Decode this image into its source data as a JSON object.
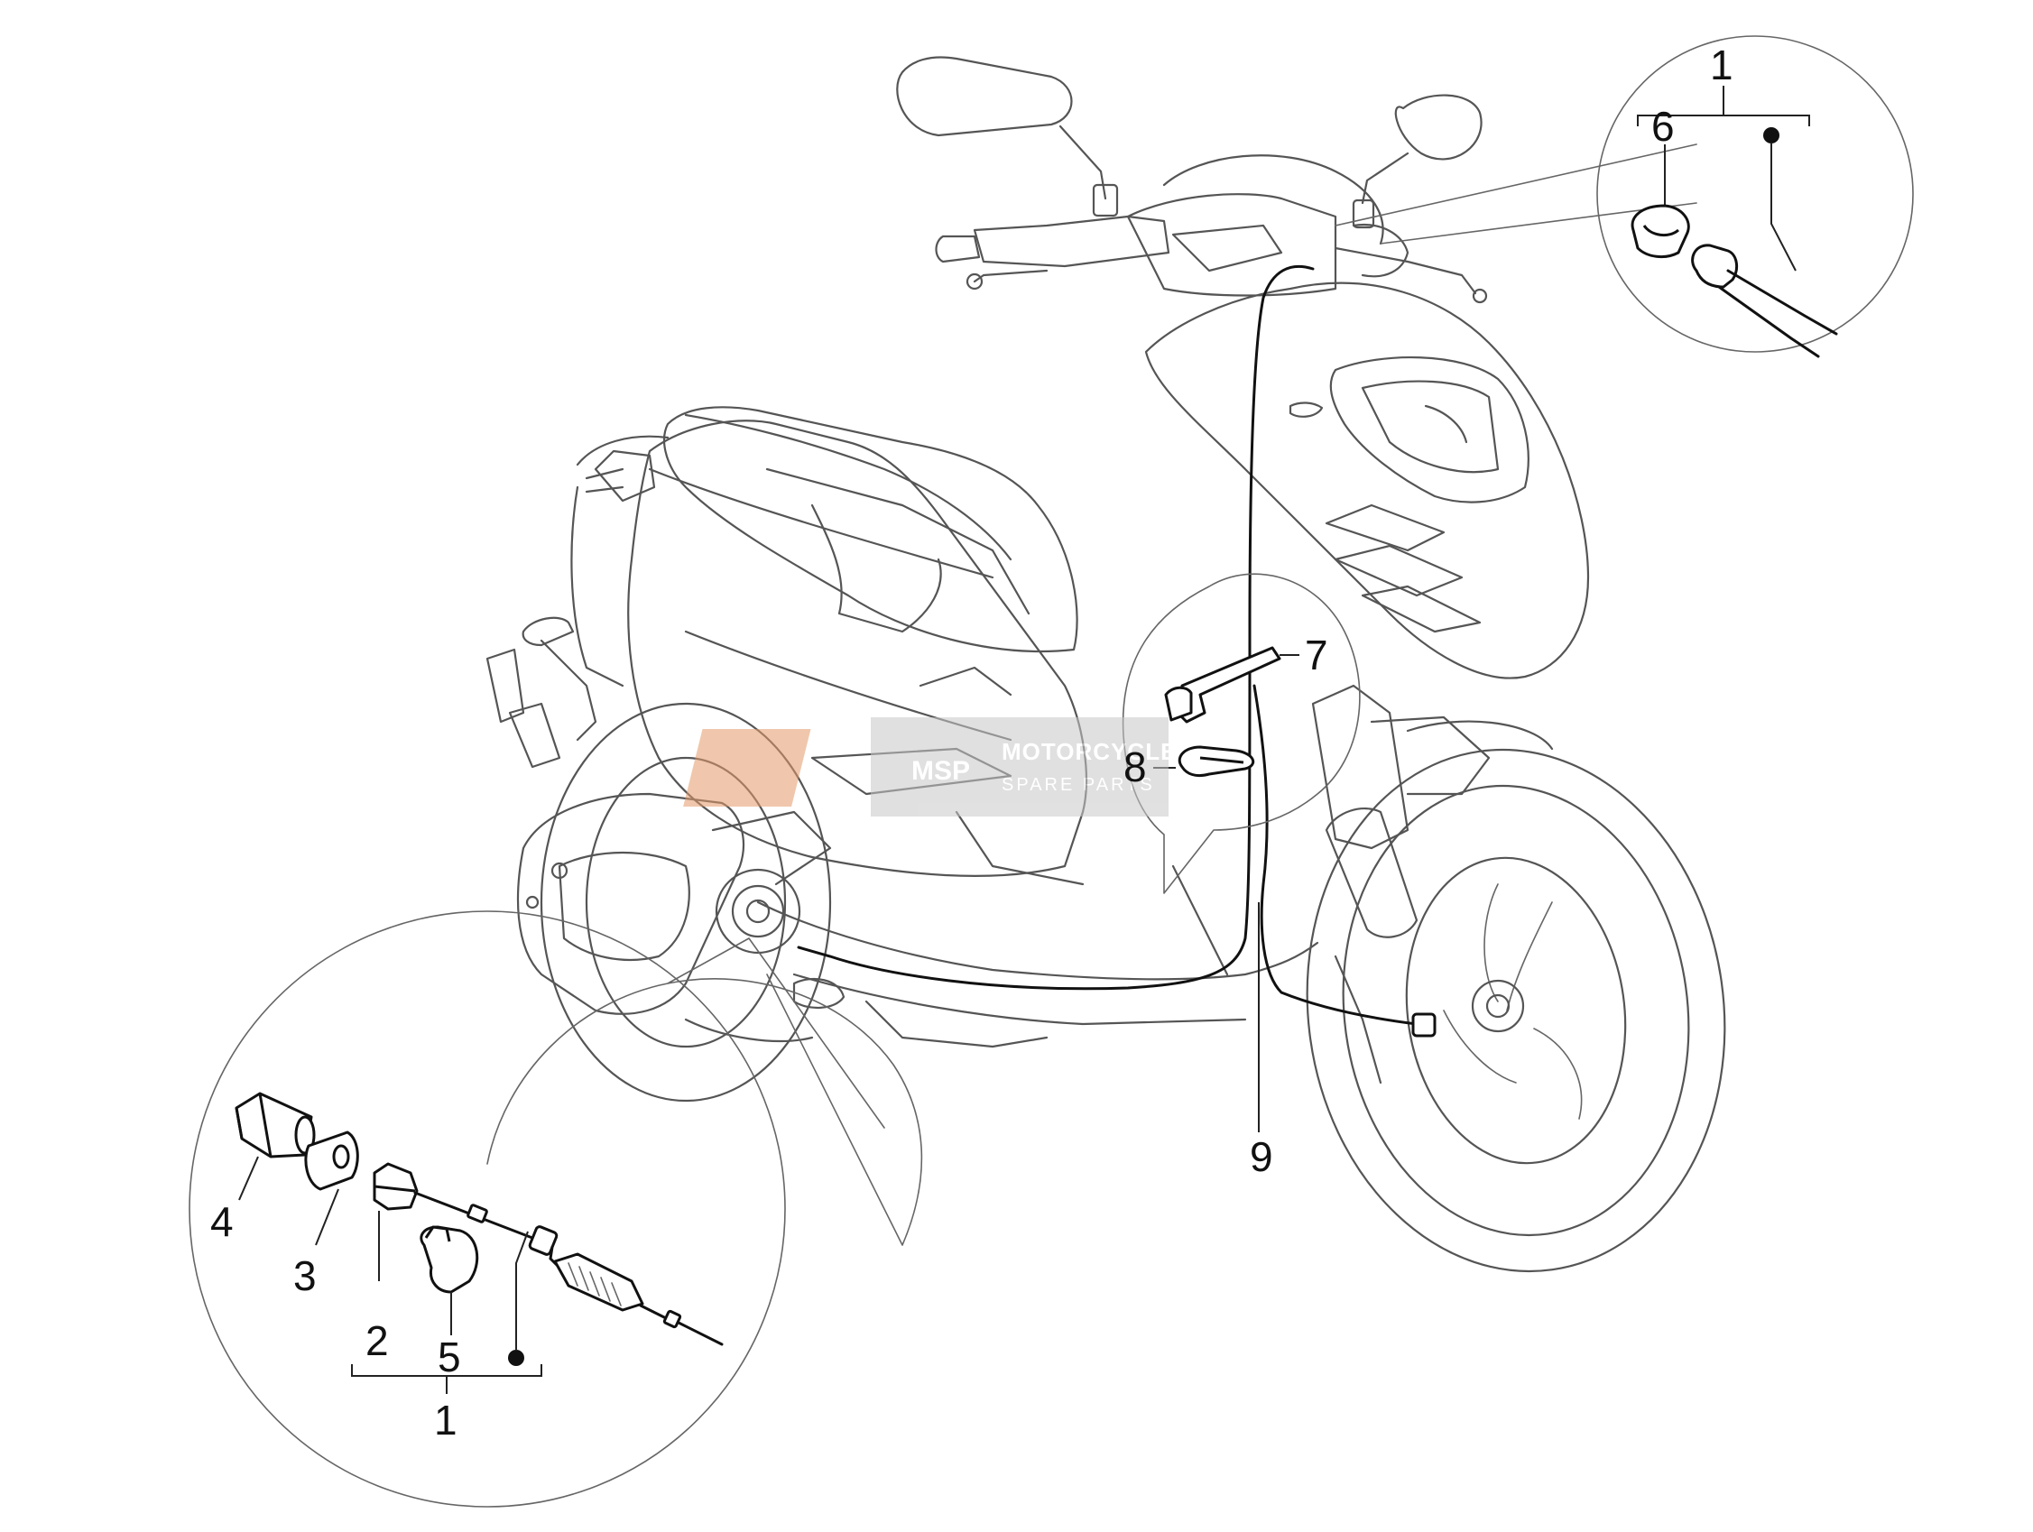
{
  "callouts": {
    "c1_top": "1",
    "c6": "6",
    "c7": "7",
    "c8": "8",
    "c9": "9",
    "c4": "4",
    "c3": "3",
    "c2": "2",
    "c5": "5",
    "c1_bottom": "1"
  },
  "watermark": {
    "logo": "MSP",
    "line1": "MOTORCYCLE",
    "line2": "SPARE PARTS"
  },
  "colors": {
    "outline": "#555555",
    "part_stroke": "#111111",
    "watermark_box": "#c8c8c8",
    "watermark_logo": "#e49a6a"
  }
}
